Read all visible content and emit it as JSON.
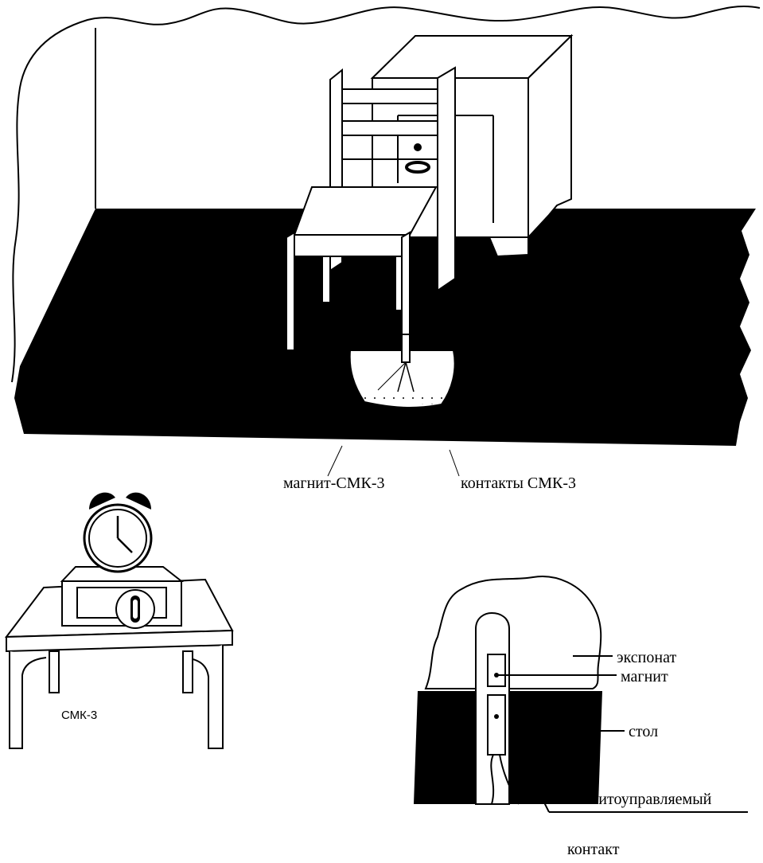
{
  "labels": {
    "magnet_cmk3": "магнит-СМК-3",
    "contacts_cmk3": "контакты СМК-3",
    "cmk3": "СМК-3",
    "exhibit": "экспонат",
    "magnet": "магнит",
    "table": "стол",
    "reed_contact_line1": "магнитоуправляемый",
    "reed_contact_line2": "контакт"
  },
  "colors": {
    "ink": "#000000",
    "paper": "#ffffff"
  }
}
